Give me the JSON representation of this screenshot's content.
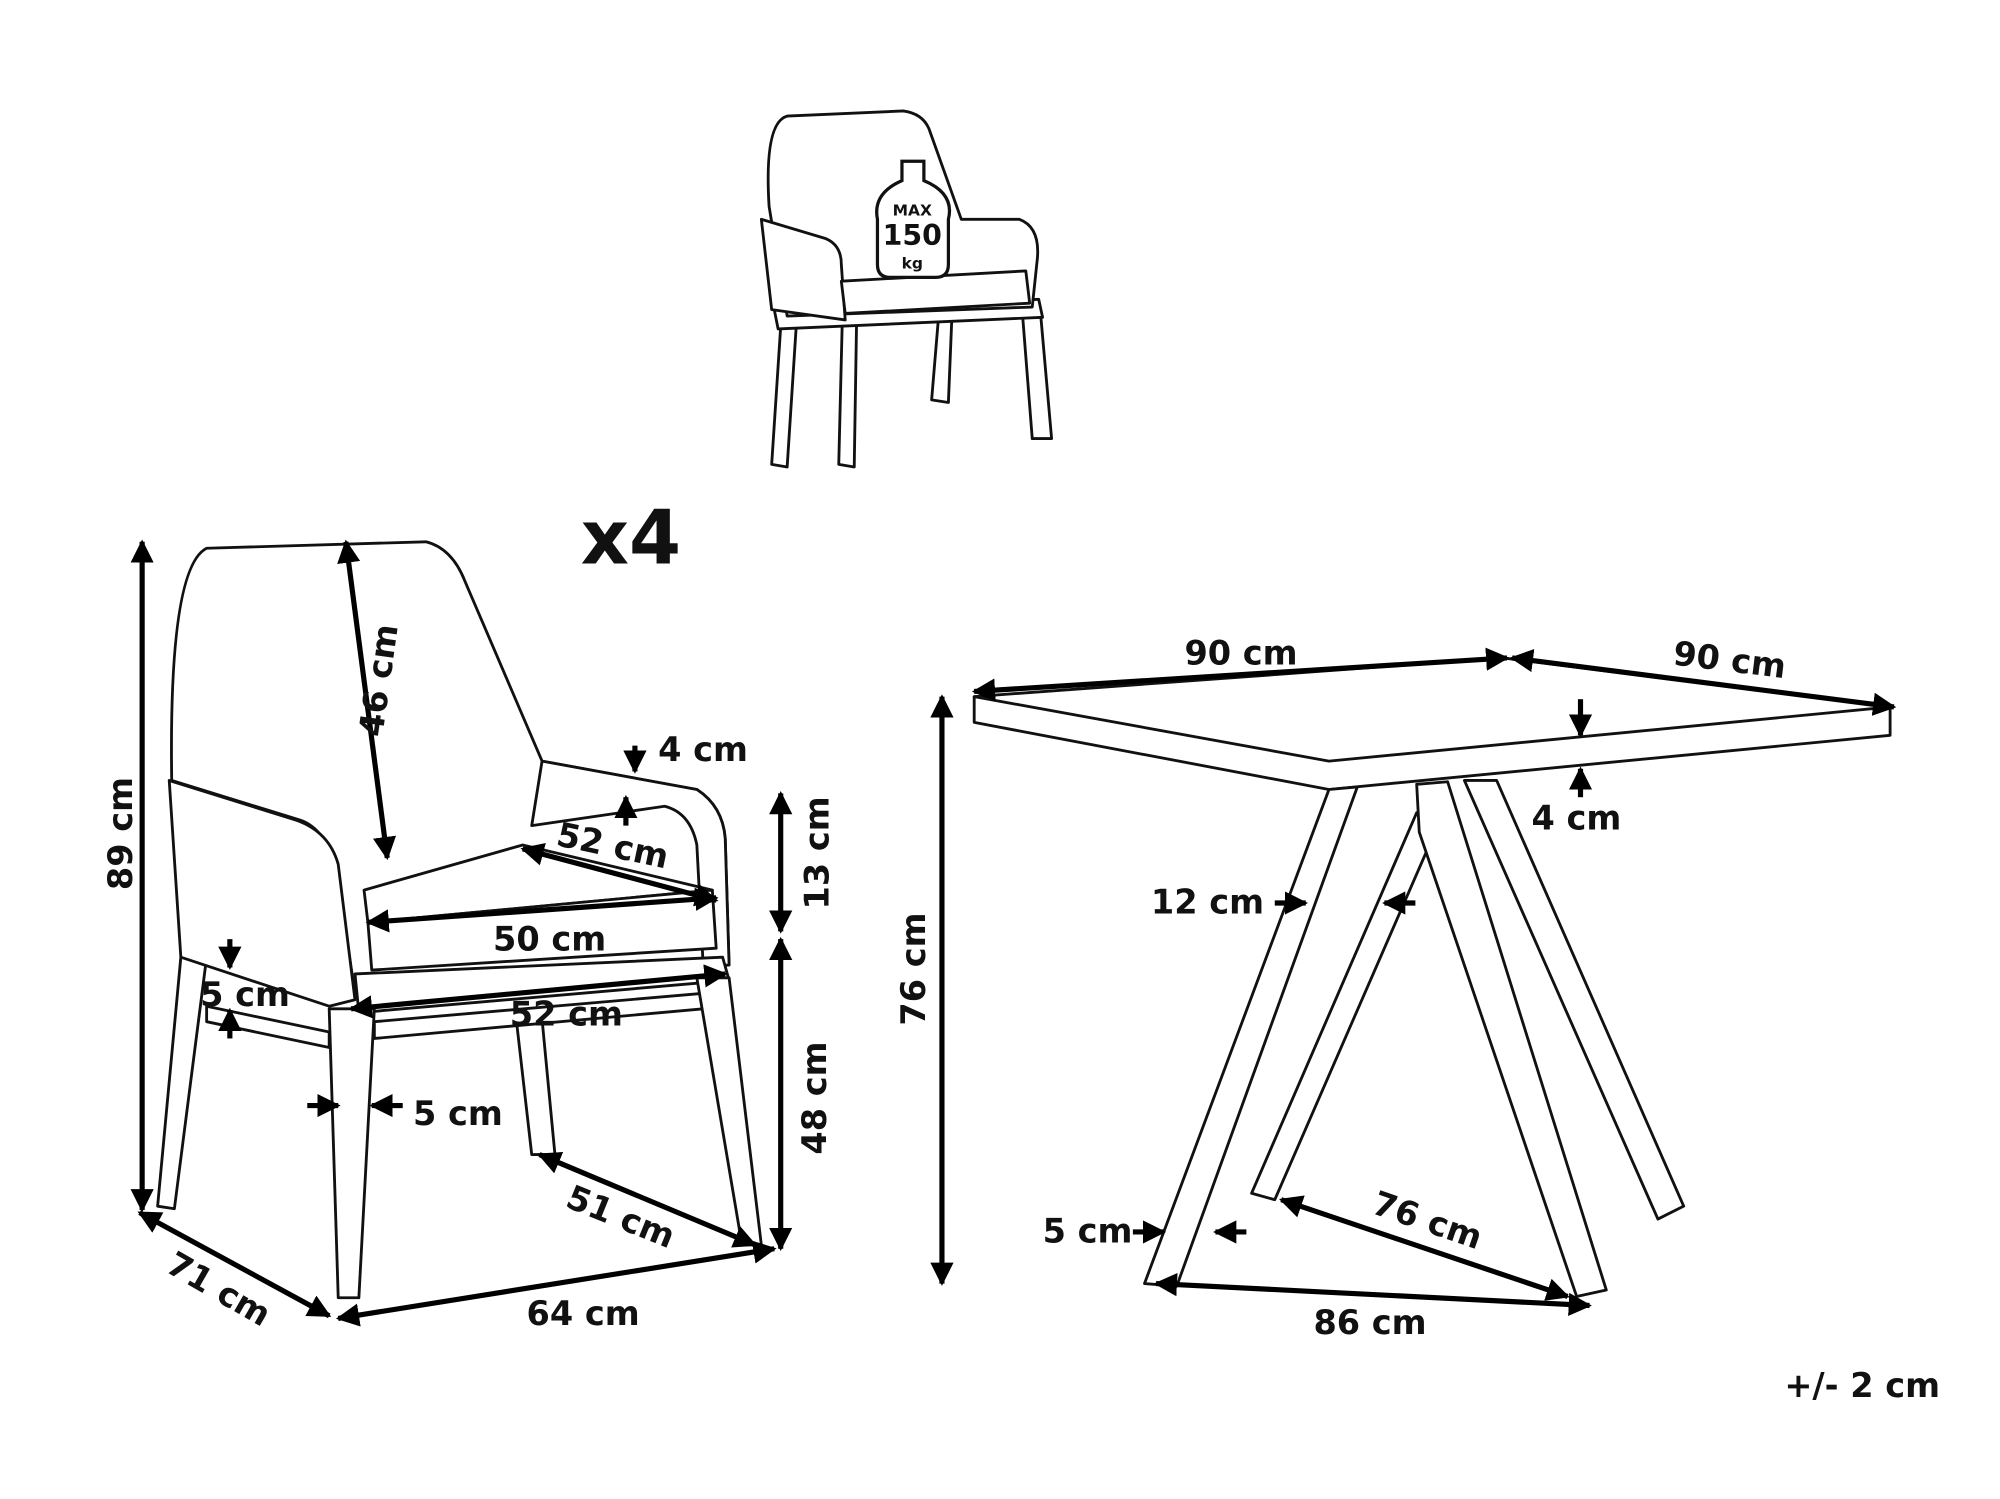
{
  "quantity_label": "x4",
  "weight_badge": {
    "max": "MAX",
    "value": "150",
    "unit": "kg"
  },
  "chair": {
    "height": "89 cm",
    "backrest_height": "46 cm",
    "armrest_thickness": "4 cm",
    "armrest_length": "52 cm",
    "seat_width": "50 cm",
    "seat_frame_width": "52 cm",
    "seat_frame_thickness": "5 cm",
    "leg_width": "5 cm",
    "armrest_height": "13 cm",
    "seat_height": "48 cm",
    "leg_depth_span": "51 cm",
    "depth": "71 cm",
    "width": "64 cm"
  },
  "table": {
    "width": "90 cm",
    "depth": "90 cm",
    "top_thickness": "4 cm",
    "height": "76 cm",
    "leg_width_top": "12 cm",
    "leg_width_bottom": "5 cm",
    "leg_span_diagonal": "76 cm",
    "leg_span_front": "86 cm"
  },
  "tolerance": "+/- 2 cm"
}
